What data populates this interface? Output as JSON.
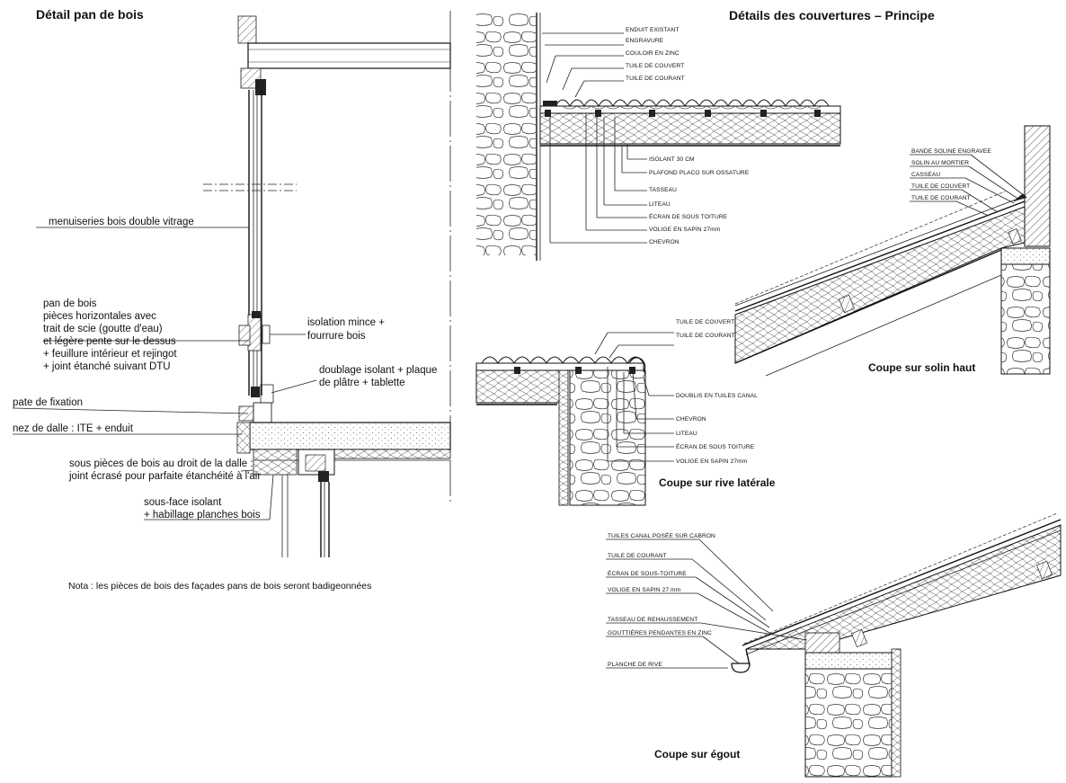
{
  "left_panel": {
    "title": "Détail pan de bois",
    "labels": {
      "menuiseries": "menuiseries bois double vitrage",
      "pan_1": "pan de bois",
      "pan_2": "pièces horizontales avec",
      "pan_3": "trait de scie (goutte d'eau)",
      "pan_4": "et légère pente sur le dessus",
      "pan_5": "+ feuillure intérieur et rejingot",
      "pan_6": "+ joint étanché suivant DTU",
      "isolation_1": "isolation mince +",
      "isolation_2": "fourrure bois",
      "doublage_1": "doublage isolant + plaque",
      "doublage_2": "de plâtre + tablette",
      "pate": "pate de fixation",
      "nez": "nez de dalle  : ITE + enduit",
      "sous_pieces_1": "sous pièces de bois au droit de la dalle :",
      "sous_pieces_2": "joint écrasé pour parfaite étanchéité à l'air",
      "sous_face_1": "sous-face isolant",
      "sous_face_2": "+ habillage planches bois"
    },
    "nota": "Nota : les pièces de bois des façades pans de bois seront badigeonnées"
  },
  "right_panel": {
    "title": "Détails des couvertures – Principe",
    "top_detail": {
      "upper_labels": [
        "ENDUIT EXISTANT",
        "ENGRAVURE",
        "COULOIR EN ZINC",
        "TUILE DE COUVERT",
        "TUILE DE COURANT"
      ],
      "lower_labels": [
        "ISOLANT 30 CM",
        "PLAFOND PLACO SUR OSSATURE",
        "TASSEAU",
        "LITEAU",
        "ÉCRAN DE SOUS TOITURE",
        "VOLIGE EN SAPIN 27mm",
        "CHEVRON"
      ]
    },
    "solin": {
      "labels": [
        "BANDE SOLINE ENGRAVEE",
        "SOLIN AU MORTIER",
        "CASSEAU",
        "TUILE DE COUVERT",
        "TUILE DE COURANT"
      ],
      "caption": "Coupe sur solin haut"
    },
    "rive": {
      "upper_labels": [
        "TUILE DE COUVERT",
        "TUILE DE COURANT"
      ],
      "lower_labels": [
        "DOUBLIS EN TUILES CANAL",
        "CHEVRON",
        "LITEAU",
        "ÉCRAN DE SOUS TOITURE",
        "VOLIGE EN SAPIN 27mm"
      ],
      "caption": "Coupe sur rive latérale"
    },
    "egout": {
      "labels": [
        "TUILES CANAL POSÉE SUR CABRON",
        "TUILE DE COURANT",
        "ÉCRAN DE SOUS-TOITURE",
        "VOLIGE EN SAPIN 27 mm",
        "TASSEAU DE REHAUSSEMENT",
        "GOUTTIÈRES PENDANTES EN ZINC",
        "PLANCHE DE RIVE"
      ],
      "caption": "Coupe sur égout"
    }
  }
}
